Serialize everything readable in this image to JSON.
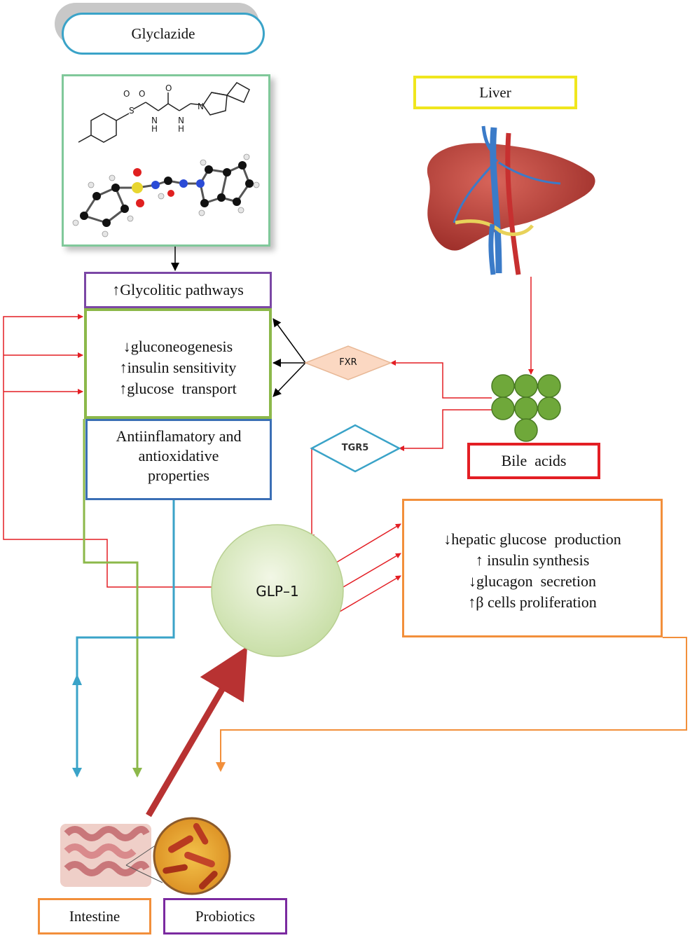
{
  "drug": {
    "name": "Glyclazide"
  },
  "organs": {
    "liver": "Liver",
    "bile_acids": "Bile  acids"
  },
  "effects": {
    "glycolytic": "↑Glycolitic pathways",
    "metabolic": [
      "↓gluconeogenesis",
      "↑insulin sensitivity",
      "↑glucose  transport"
    ],
    "anti": [
      "Antiinflamatory and",
      "antioxidative",
      "properties"
    ]
  },
  "receptors": {
    "fxr": "FXR",
    "tgr5": "TGR5"
  },
  "hormone": {
    "name": "GLP–1"
  },
  "glp1_effects": [
    "↓hepatic glucose  production",
    "↑ insulin synthesis",
    "↓glucagon  secretion",
    "↑β cells proliferation"
  ],
  "bottom": {
    "intestine": "Intestine",
    "probiotics": "Probiotics"
  },
  "colors": {
    "red": "#e31e24",
    "green": "#8cb84a",
    "blue": "#3aa3c8",
    "orange": "#f28f3b",
    "purple": "#7b47a5",
    "dark_red": "#b83232",
    "yellow": "#f0e61e",
    "bile": "#6fa83a"
  }
}
